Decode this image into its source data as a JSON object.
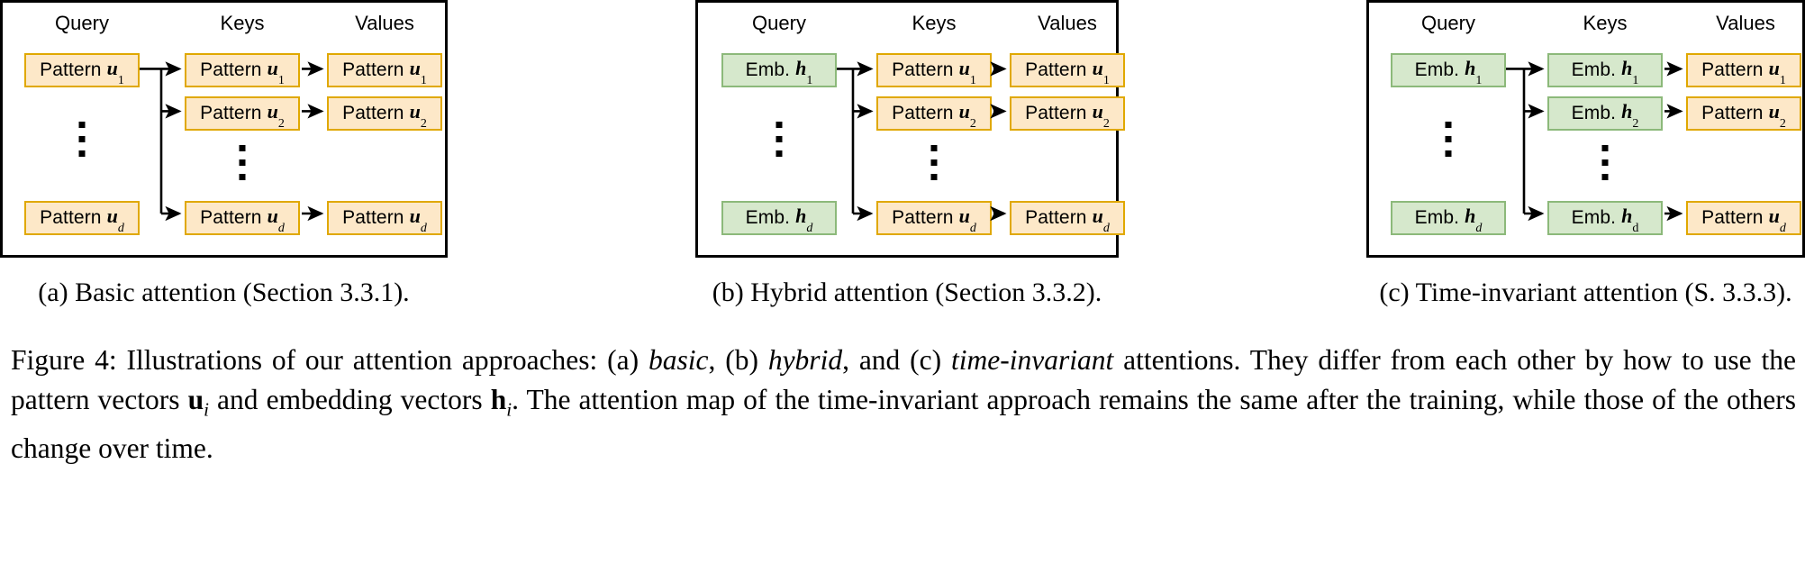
{
  "figure": {
    "number": "Figure 4",
    "caption_parts": {
      "lead": "Figure 4: Illustrations of our attention approaches: (a) ",
      "em1": "basic",
      "mid1": ", (b) ",
      "em2": "hybrid",
      "mid2": ", and (c) ",
      "em3": "time-invariant",
      "mid3": " attentions. They differ from each other by how to use the pattern vectors ",
      "sym1": "u",
      "sym1sub": "i",
      "mid4": " and embedding vectors ",
      "sym2": "h",
      "sym2sub": "i",
      "tail": ". The attention map of the time-invariant approach remains the same after the training, while those of the others change over time."
    }
  },
  "colors": {
    "pattern_fill": "#fde8c8",
    "pattern_border": "#e0a800",
    "embedding_fill": "#d6e8cc",
    "embedding_border": "#8cb97a",
    "panel_border": "#000000",
    "text": "#000000"
  },
  "panels": [
    {
      "id": "a",
      "subcaption": "(a) Basic attention (Section 3.3.1).",
      "headers": {
        "query": "Query",
        "keys": "Keys",
        "values": "Values"
      },
      "query": [
        {
          "label": "Pattern",
          "symbol": "u",
          "sub": "1",
          "sub_italic": false,
          "kind": "pattern"
        },
        {
          "label": "Pattern",
          "symbol": "u",
          "sub": "d",
          "sub_italic": true,
          "kind": "pattern"
        }
      ],
      "keys": [
        {
          "label": "Pattern",
          "symbol": "u",
          "sub": "1",
          "sub_italic": false,
          "kind": "pattern"
        },
        {
          "label": "Pattern",
          "symbol": "u",
          "sub": "2",
          "sub_italic": false,
          "kind": "pattern"
        },
        {
          "label": "Pattern",
          "symbol": "u",
          "sub": "d",
          "sub_italic": true,
          "kind": "pattern"
        }
      ],
      "values": [
        {
          "label": "Pattern",
          "symbol": "u",
          "sub": "1",
          "sub_italic": false,
          "kind": "pattern"
        },
        {
          "label": "Pattern",
          "symbol": "u",
          "sub": "2",
          "sub_italic": false,
          "kind": "pattern"
        },
        {
          "label": "Pattern",
          "symbol": "u",
          "sub": "d",
          "sub_italic": true,
          "kind": "pattern"
        }
      ]
    },
    {
      "id": "b",
      "subcaption": "(b) Hybrid attention (Section 3.3.2).",
      "headers": {
        "query": "Query",
        "keys": "Keys",
        "values": "Values"
      },
      "query": [
        {
          "label": "Emb.",
          "symbol": "h",
          "sub": "1",
          "sub_italic": false,
          "kind": "embedding"
        },
        {
          "label": "Emb.",
          "symbol": "h",
          "sub": "d",
          "sub_italic": true,
          "kind": "embedding"
        }
      ],
      "keys": [
        {
          "label": "Pattern",
          "symbol": "u",
          "sub": "1",
          "sub_italic": false,
          "kind": "pattern"
        },
        {
          "label": "Pattern",
          "symbol": "u",
          "sub": "2",
          "sub_italic": false,
          "kind": "pattern"
        },
        {
          "label": "Pattern",
          "symbol": "u",
          "sub": "d",
          "sub_italic": true,
          "kind": "pattern"
        }
      ],
      "values": [
        {
          "label": "Pattern",
          "symbol": "u",
          "sub": "1",
          "sub_italic": false,
          "kind": "pattern"
        },
        {
          "label": "Pattern",
          "symbol": "u",
          "sub": "2",
          "sub_italic": false,
          "kind": "pattern"
        },
        {
          "label": "Pattern",
          "symbol": "u",
          "sub": "d",
          "sub_italic": true,
          "kind": "pattern"
        }
      ]
    },
    {
      "id": "c",
      "subcaption": "(c) Time-invariant attention (S. 3.3.3).",
      "headers": {
        "query": "Query",
        "keys": "Keys",
        "values": "Values"
      },
      "query": [
        {
          "label": "Emb.",
          "symbol": "h",
          "sub": "1",
          "sub_italic": false,
          "kind": "embedding"
        },
        {
          "label": "Emb.",
          "symbol": "h",
          "sub": "d",
          "sub_italic": true,
          "kind": "embedding"
        }
      ],
      "keys": [
        {
          "label": "Emb.",
          "symbol": "h",
          "sub": "1",
          "sub_italic": false,
          "kind": "embedding"
        },
        {
          "label": "Emb.",
          "symbol": "h",
          "sub": "2",
          "sub_italic": false,
          "kind": "embedding"
        },
        {
          "label": "Emb.",
          "symbol": "h",
          "sub": "d",
          "sub_italic": false,
          "kind": "embedding"
        }
      ],
      "values": [
        {
          "label": "Pattern",
          "symbol": "u",
          "sub": "1",
          "sub_italic": false,
          "kind": "pattern"
        },
        {
          "label": "Pattern",
          "symbol": "u",
          "sub": "2",
          "sub_italic": false,
          "kind": "pattern"
        },
        {
          "label": "Pattern",
          "symbol": "u",
          "sub": "d",
          "sub_italic": true,
          "kind": "pattern"
        }
      ]
    }
  ]
}
